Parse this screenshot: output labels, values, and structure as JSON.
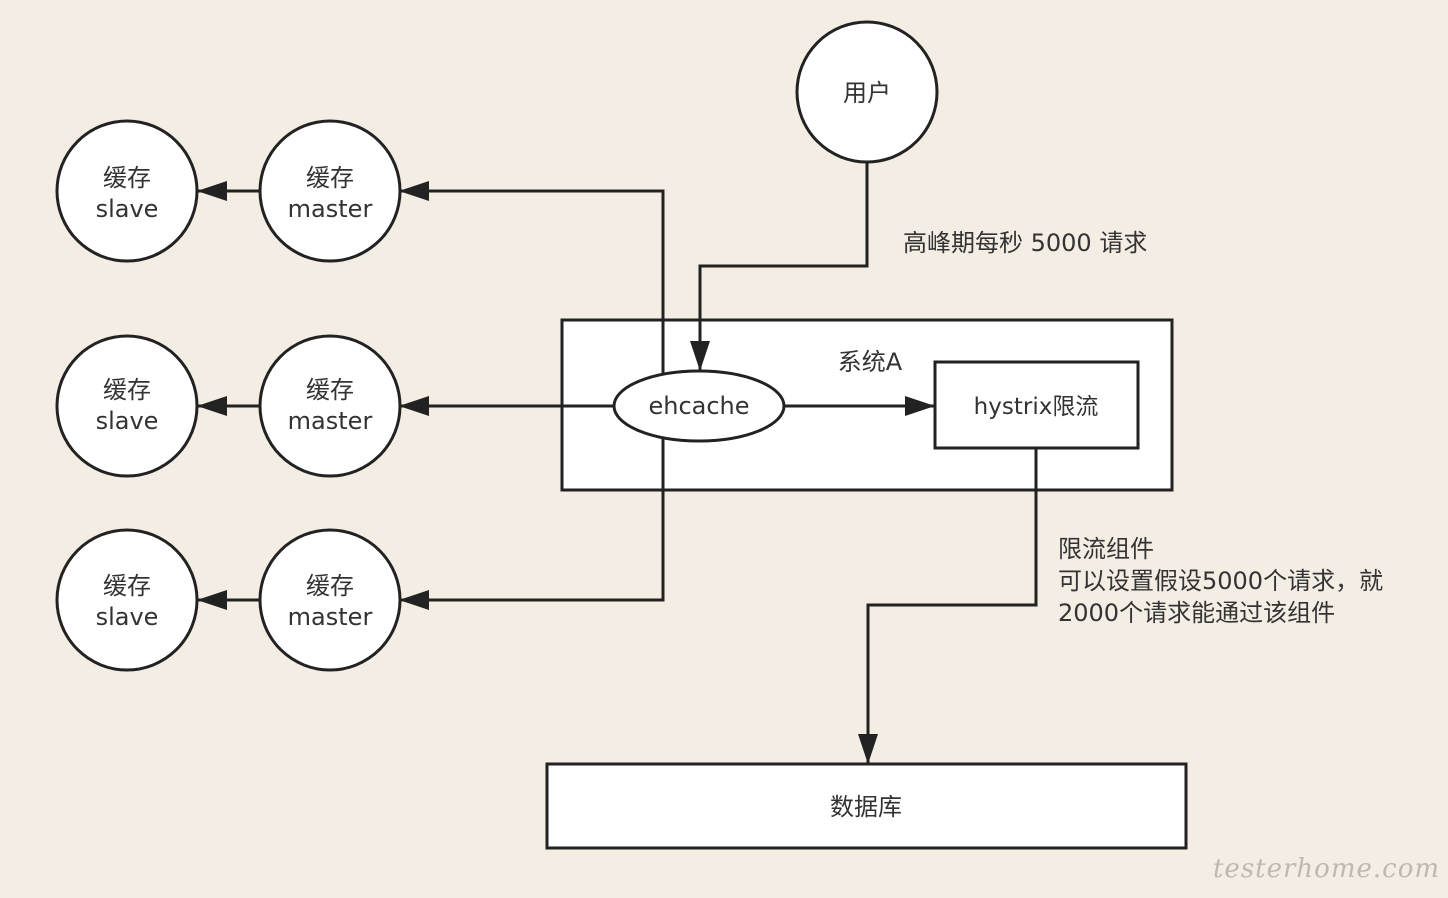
{
  "user": {
    "label": "用户"
  },
  "edge_user_label": "高峰期每秒 5000 请求",
  "system": {
    "label": "系统A"
  },
  "ehcache": {
    "label": "ehcache"
  },
  "hystrix": {
    "label": "hystrix限流"
  },
  "limiter_note": {
    "line1": "限流组件",
    "line2": "可以设置假设5000个请求，就",
    "line3": "2000个请求能通过该组件"
  },
  "database": {
    "label": "数据库"
  },
  "cache_groups": [
    {
      "master": {
        "line1": "缓存",
        "line2": "master"
      },
      "slave": {
        "line1": "缓存",
        "line2": "slave"
      }
    },
    {
      "master": {
        "line1": "缓存",
        "line2": "master"
      },
      "slave": {
        "line1": "缓存",
        "line2": "slave"
      }
    },
    {
      "master": {
        "line1": "缓存",
        "line2": "master"
      },
      "slave": {
        "line1": "缓存",
        "line2": "slave"
      }
    }
  ],
  "watermark": "testerhome.com"
}
